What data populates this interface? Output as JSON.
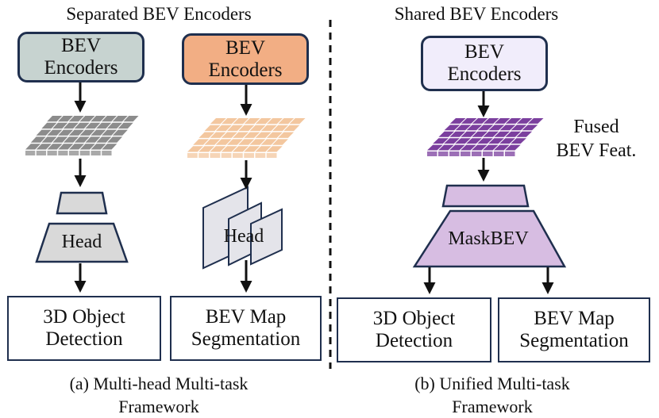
{
  "left": {
    "section_title": "Separated BEV Encoders",
    "encoder_a": {
      "line1": "BEV",
      "line2": "Encoders",
      "fill": "#c7d3d0"
    },
    "encoder_b": {
      "line1": "BEV",
      "line2": "Encoders",
      "fill": "#f2ae84"
    },
    "grid_a_color": "#8c8c8c",
    "grid_b_color": "#f3c79f",
    "head_a": "Head",
    "head_b": "Head",
    "output_a": {
      "line1": "3D Object",
      "line2": "Detection"
    },
    "output_b": {
      "line1": "BEV Map",
      "line2": "Segmentation"
    },
    "caption": {
      "line1": "(a) Multi-head Multi-task",
      "line2": "Framework"
    }
  },
  "right": {
    "section_title": "Shared BEV Encoders",
    "encoder": {
      "line1": "BEV",
      "line2": "Encoders",
      "fill": "#f1edfb"
    },
    "grid_color": "#7b3f9e",
    "fused_label": {
      "line1": "Fused",
      "line2": "BEV Feat."
    },
    "head": "MaskBEV",
    "head_fill": "#d7bde2",
    "output_a": {
      "line1": "3D Object",
      "line2": "Detection"
    },
    "output_b": {
      "line1": "BEV Map",
      "line2": "Segmentation"
    },
    "caption": {
      "line1": "(b) Unified Multi-task",
      "line2": "Framework"
    }
  }
}
